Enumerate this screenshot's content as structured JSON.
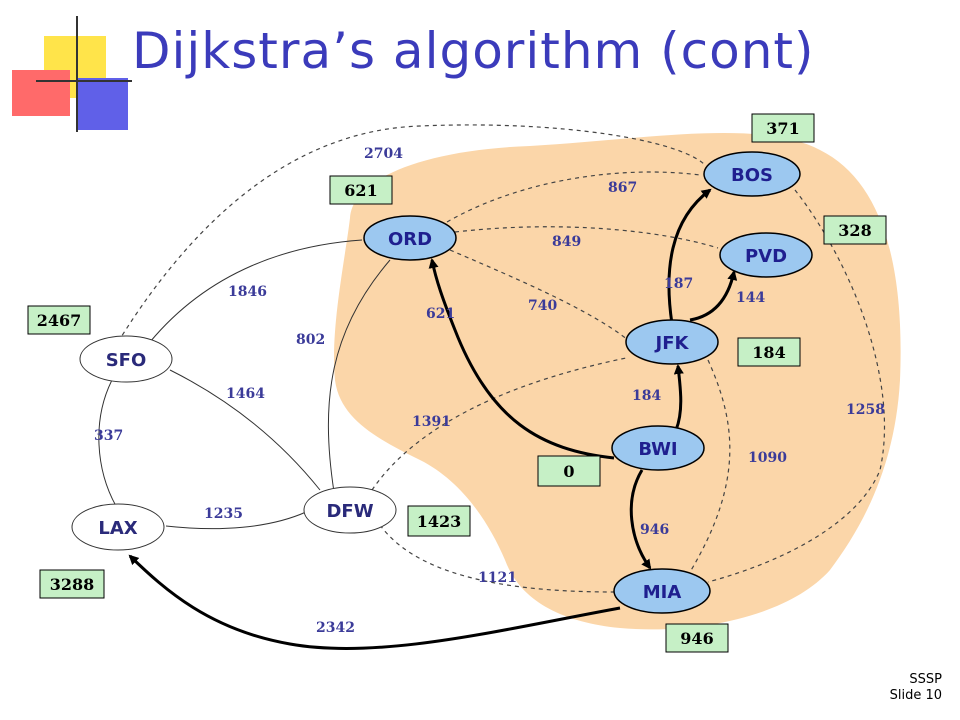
{
  "slide": {
    "title": "Dijkstra’s algorithm (cont)",
    "footer_line1": "SSSP",
    "footer_line2": "Slide 10"
  },
  "colors": {
    "cloud": "#fbd6a9",
    "node_fill_visited": "#9cc8f0",
    "node_fill_plain": "#ffffff",
    "distance_box": "#c6f0c6",
    "edge_text": "#3b3b99",
    "title": "#3b3bbb"
  },
  "diagram": {
    "nodes": {
      "BOS": {
        "label": "BOS",
        "distance": "371"
      },
      "ORD": {
        "label": "ORD",
        "distance": "621"
      },
      "PVD": {
        "label": "PVD",
        "distance": "328"
      },
      "JFK": {
        "label": "JFK",
        "distance": "184"
      },
      "BWI": {
        "label": "BWI",
        "distance": "0"
      },
      "MIA": {
        "label": "MIA",
        "distance": "946"
      },
      "SFO": {
        "label": "SFO",
        "distance": "2467"
      },
      "DFW": {
        "label": "DFW",
        "distance": "1423"
      },
      "LAX": {
        "label": "LAX",
        "distance": "3288"
      }
    },
    "edges": [
      {
        "from": "SFO",
        "to": "BOS",
        "weight": "2704",
        "style": "dashed"
      },
      {
        "from": "ORD",
        "to": "BOS",
        "weight": "867",
        "style": "dashed"
      },
      {
        "from": "ORD",
        "to": "PVD",
        "weight": "849",
        "style": "dashed"
      },
      {
        "from": "ORD",
        "to": "JFK",
        "weight": "740",
        "style": "dashed"
      },
      {
        "from": "BWI",
        "to": "ORD",
        "weight": "621",
        "style": "bold"
      },
      {
        "from": "JFK",
        "to": "BOS",
        "weight": "187",
        "style": "bold"
      },
      {
        "from": "JFK",
        "to": "PVD",
        "weight": "144",
        "style": "bold"
      },
      {
        "from": "BWI",
        "to": "JFK",
        "weight": "184",
        "style": "bold"
      },
      {
        "from": "BWI",
        "to": "MIA",
        "weight": "946",
        "style": "bold"
      },
      {
        "from": "JFK",
        "to": "MIA",
        "weight": "1090",
        "style": "dashed"
      },
      {
        "from": "BOS",
        "to": "MIA",
        "weight": "1258",
        "style": "dashed"
      },
      {
        "from": "SFO",
        "to": "ORD",
        "weight": "1846",
        "style": "thin"
      },
      {
        "from": "DFW",
        "to": "ORD",
        "weight": "802",
        "style": "thin"
      },
      {
        "from": "SFO",
        "to": "DFW",
        "weight": "1464",
        "style": "thin"
      },
      {
        "from": "DFW",
        "to": "JFK",
        "weight": "1391",
        "style": "dashed"
      },
      {
        "from": "SFO",
        "to": "LAX",
        "weight": "337",
        "style": "thin"
      },
      {
        "from": "LAX",
        "to": "DFW",
        "weight": "1235",
        "style": "thin"
      },
      {
        "from": "DFW",
        "to": "MIA",
        "weight": "1121",
        "style": "dashed"
      },
      {
        "from": "MIA",
        "to": "LAX",
        "weight": "2342",
        "style": "bold"
      }
    ]
  }
}
